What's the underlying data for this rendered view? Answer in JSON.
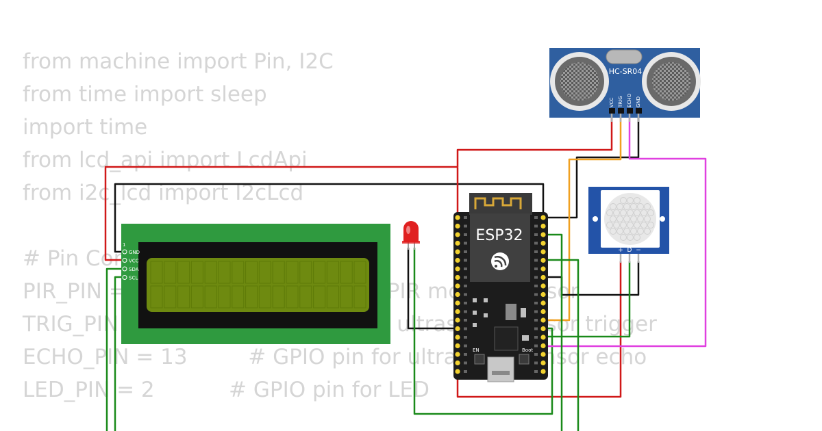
{
  "code_lines": [
    "from machine import Pin, I2C",
    "from time import sleep",
    "import time",
    "from lcd_api import LcdApi",
    "from i2c_lcd import I2cLcd",
    "",
    "# Pin Configuration",
    "PIR_PIN = 14          # GPIO pin for PIR motion sensor",
    "TRIG_PIN = 12         # GPIO pin for ultrasonic sensor trigger",
    "ECHO_PIN = 13         # GPIO pin for ultrasonic sensor echo",
    "LED_PIN = 2           # GPIO pin for LED"
  ],
  "components": {
    "lcd": {
      "pin_1": "1",
      "pins": [
        "GND",
        "VCC",
        "SDA",
        "SCL"
      ],
      "colors": {
        "board": "#2f9a3f",
        "bezel": "#111111",
        "screen": "#6e8a10"
      }
    },
    "esp32": {
      "title": "ESP32",
      "en_label": "EN",
      "boot_label": "Boot",
      "colors": {
        "board": "#1c1c1c",
        "shield": "#404040"
      }
    },
    "hcsr04": {
      "title": "HC-SR04",
      "pins": [
        "VCC",
        "TRIG",
        "ECHO",
        "GND"
      ],
      "colors": {
        "board": "#2f5fa0"
      }
    },
    "pir": {
      "pins": [
        "+",
        "D",
        "−"
      ],
      "colors": {
        "board": "#2353a8",
        "dome": "#e8e8e8"
      }
    },
    "led": {
      "color": "#e02020"
    }
  },
  "wire_colors": {
    "power": "#d01818",
    "ground": "#111111",
    "trig": "#f0a020",
    "echo": "#e040e0",
    "signal": "#1a8a1a"
  }
}
